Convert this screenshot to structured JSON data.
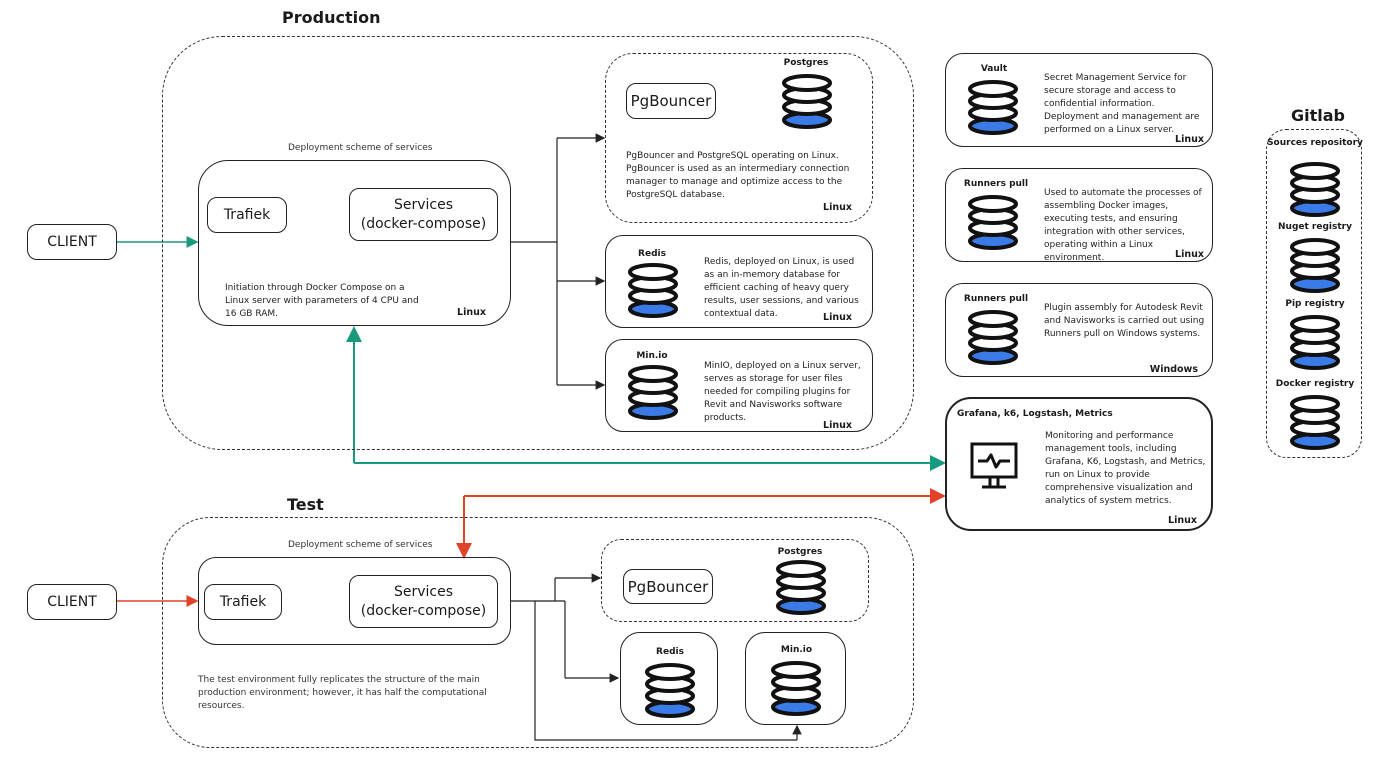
{
  "colors": {
    "prod_arrow": "#1a9a7c",
    "test_arrow": "#e0432a",
    "db_fill": "#3b7be8",
    "stroke": "#222222"
  },
  "production": {
    "title": "Production",
    "client_label": "CLIENT",
    "deploy_caption": "Deployment scheme of services",
    "trafiek_label": "Trafiek",
    "services_label_1": "Services",
    "services_label_2": "(docker-compose)",
    "deploy_desc": "Initiation through Docker Compose on a Linux server with parameters of 4 CPU and 16 GB RAM.",
    "deploy_os": "Linux",
    "postgres_group": {
      "pgbouncer_label": "PgBouncer",
      "db_label": "Postgres",
      "desc": "PgBouncer and PostgreSQL operating on Linux. PgBouncer is used as an intermediary connection manager to manage and optimize access to the PostgreSQL database.",
      "os": "Linux"
    },
    "redis": {
      "label": "Redis",
      "desc": "Redis, deployed on Linux, is used as an in-memory database for efficient caching of heavy query results, user sessions, and various contextual data.",
      "os": "Linux"
    },
    "minio": {
      "label": "Min.io",
      "desc": "MinIO, deployed on a Linux server, serves as storage for user files needed for compiling plugins for Revit and Navisworks software products.",
      "os": "Linux"
    }
  },
  "infra": {
    "vault": {
      "label": "Vault",
      "desc": "Secret Management Service for secure storage and access to confidential information. Deployment and management are performed on a Linux server.",
      "os": "Linux"
    },
    "runners_linux": {
      "label": "Runners pull",
      "desc": "Used to automate the processes of assembling Docker images, executing tests, and ensuring integration with other services, operating within a Linux environment.",
      "os": "Linux"
    },
    "runners_windows": {
      "label": "Runners pull",
      "desc": "Plugin assembly for Autodesk Revit and Navisworks is carried out using Runners pull on Windows systems.",
      "os": "Windows"
    },
    "monitoring": {
      "label": "Grafana, k6, Logstash, Metrics",
      "icon": "monitor-chart-icon",
      "desc": "Monitoring and performance management tools, including Grafana, K6, Logstash, and Metrics, run on Linux to provide comprehensive visualization and analytics of system metrics.",
      "os": "Linux"
    }
  },
  "gitlab": {
    "title": "Gitlab",
    "items": [
      {
        "label": "Sources repository"
      },
      {
        "label": "Nuget registry"
      },
      {
        "label": "Pip registry"
      },
      {
        "label": "Docker registry"
      }
    ]
  },
  "test": {
    "title": "Test",
    "client_label": "CLIENT",
    "deploy_caption": "Deployment scheme of services",
    "trafiek_label": "Trafiek",
    "services_label_1": "Services",
    "services_label_2": "(docker-compose)",
    "desc": "The test environment fully replicates the structure of the main production environment; however, it has half the computational resources.",
    "pgbouncer_label": "PgBouncer",
    "postgres_label": "Postgres",
    "redis_label": "Redis",
    "minio_label": "Min.io"
  }
}
